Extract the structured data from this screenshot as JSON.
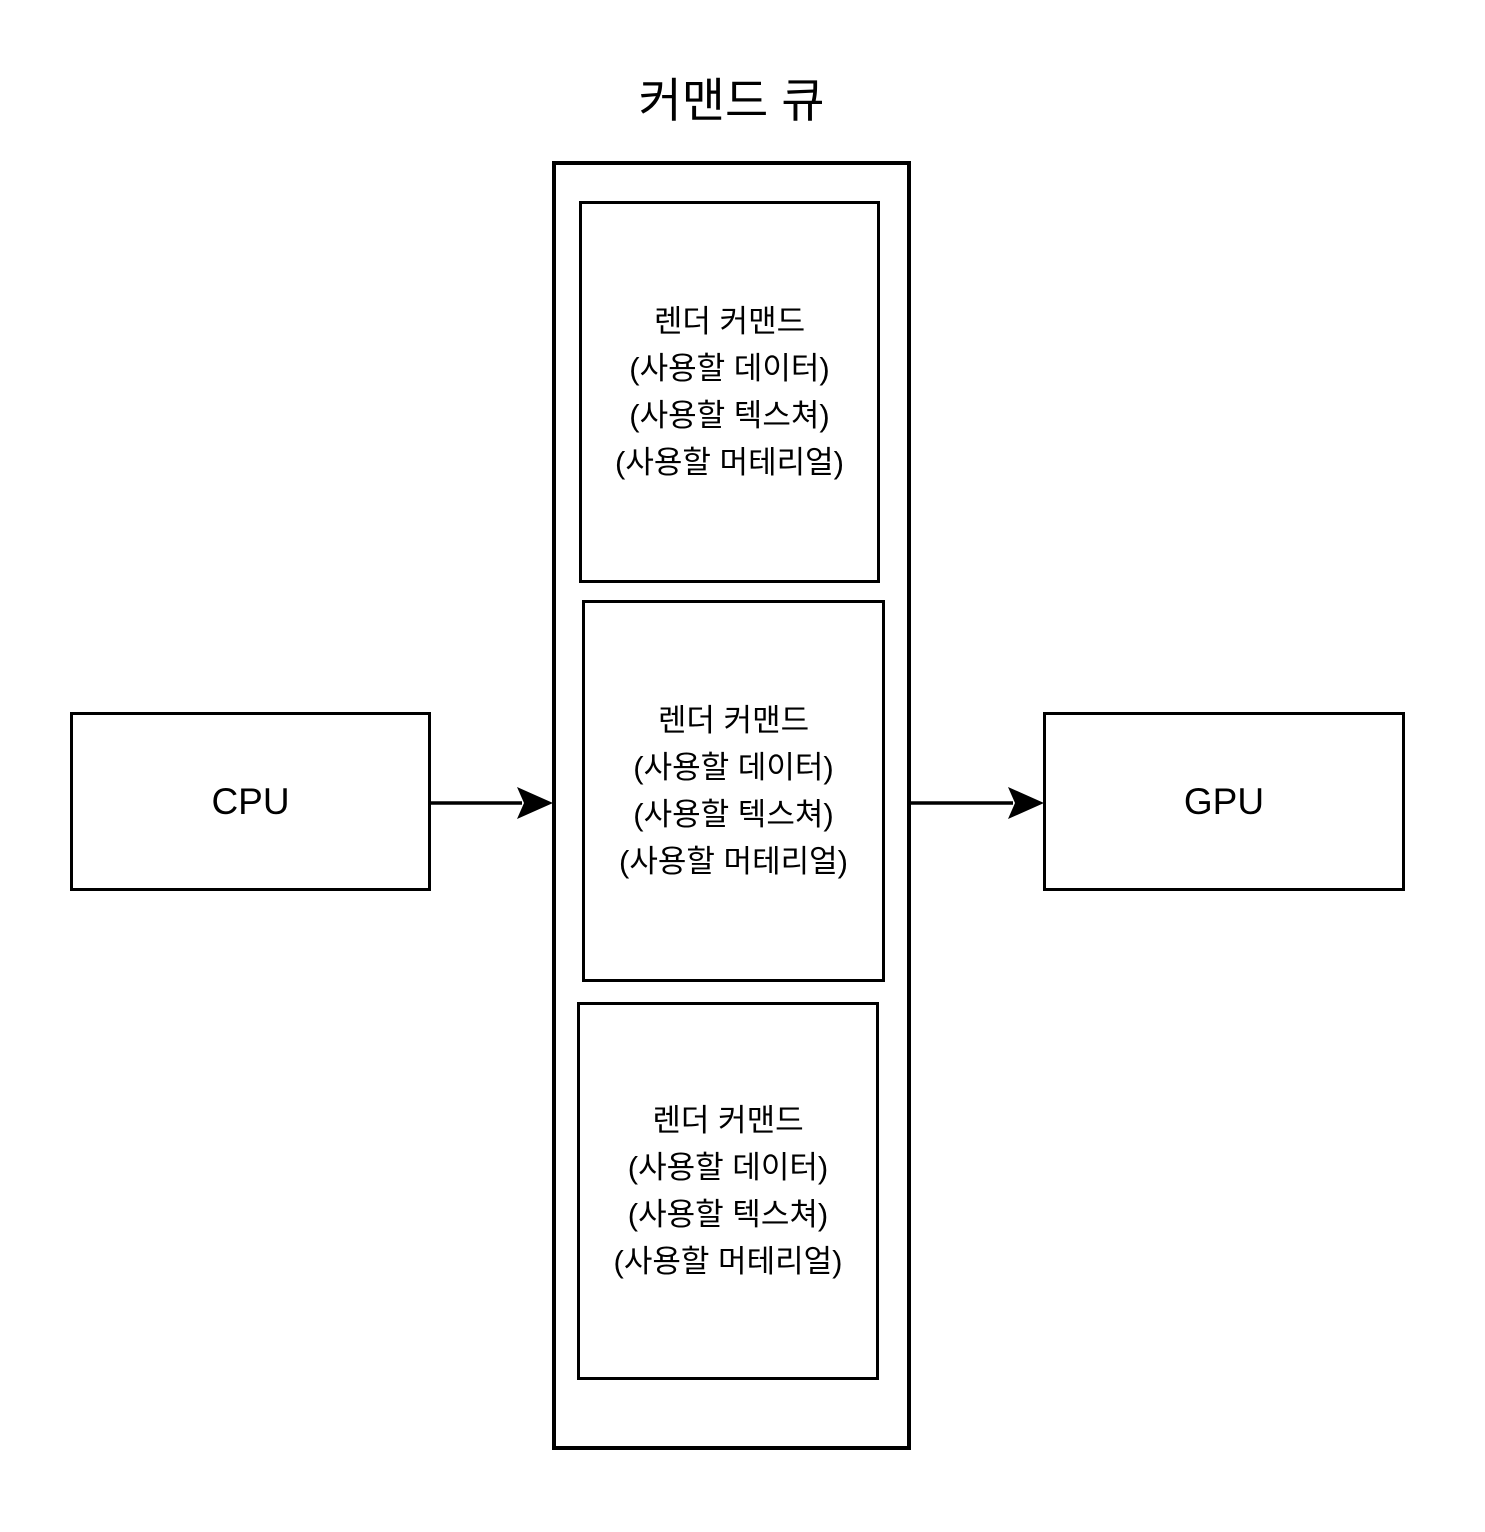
{
  "diagram": {
    "title": "커맨드 큐",
    "cpu": {
      "label": "CPU"
    },
    "gpu": {
      "label": "GPU"
    },
    "queue_items": [
      {
        "lines": [
          "렌더 커맨드",
          "(사용할 데이터)",
          "(사용할 텍스쳐)",
          "(사용할 머테리얼)"
        ]
      },
      {
        "lines": [
          "렌더 커맨드",
          "(사용할 데이터)",
          "(사용할 텍스쳐)",
          "(사용할 머테리얼)"
        ]
      },
      {
        "lines": [
          "렌더 커맨드",
          "(사용할 데이터)",
          "(사용할 텍스쳐)",
          "(사용할 머테리얼)"
        ]
      }
    ],
    "arrows": [
      {
        "from": "CPU",
        "to": "커맨드 큐"
      },
      {
        "from": "커맨드 큐",
        "to": "GPU"
      }
    ],
    "colors": {
      "stroke": "#000000",
      "background": "#ffffff"
    }
  }
}
